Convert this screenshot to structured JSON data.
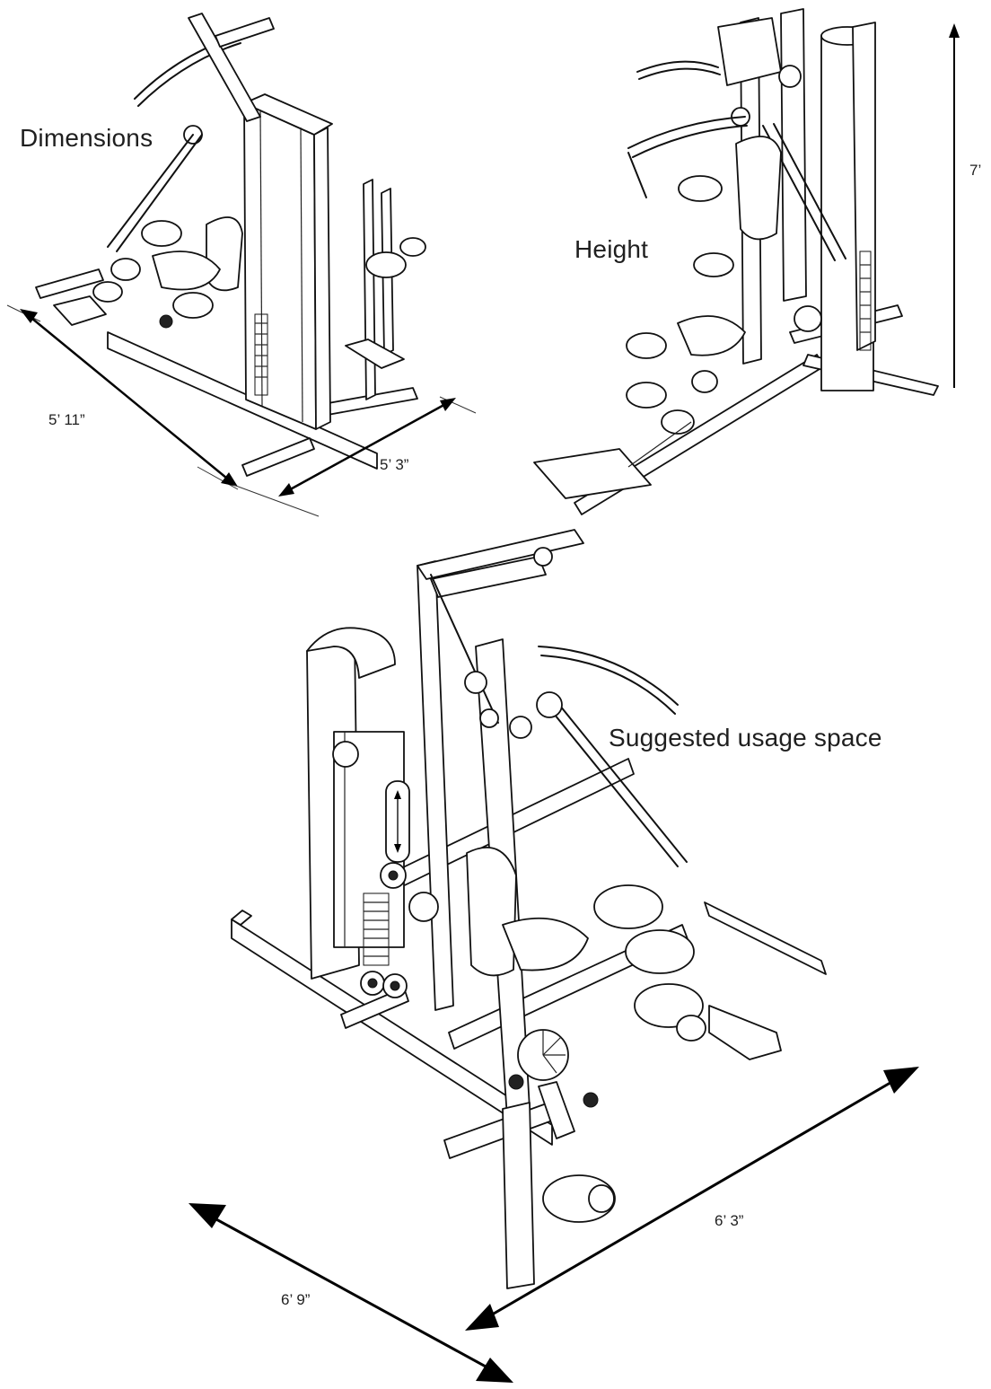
{
  "labels": {
    "dimensions": "Dimensions",
    "height": "Height",
    "usage": "Suggested usage space"
  },
  "dimensions": {
    "footprint_length": "5’ 11”",
    "footprint_width": "5’ 3”",
    "height": "7’",
    "usage_length": "6’ 9”",
    "usage_width": "6’ 3”"
  },
  "illustrations": [
    "home-gym-machine-footprint",
    "home-gym-machine-height",
    "home-gym-machine-usage-space"
  ]
}
